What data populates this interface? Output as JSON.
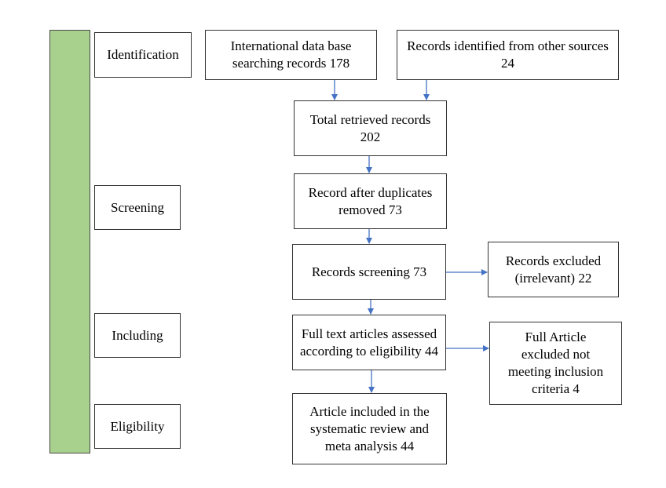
{
  "stages": {
    "identification": "Identification",
    "screening": "Screening",
    "including": "Including",
    "eligibility": "Eligibility"
  },
  "boxes": {
    "database_records": "International  data base searching records 178",
    "other_sources": "Records identified  from other sources 24",
    "total_retrieved": "Total retrieved records 202",
    "after_duplicates": "Record after duplicates removed 73",
    "records_screening": "Records screening 73",
    "records_excluded": "Records excluded (irrelevant)  22",
    "full_text_assessed": "Full text articles assessed according to eligibility  44",
    "full_article_excluded": "Full Article excluded not meeting  inclusion criteria 4",
    "article_included": "Article included in the systematic review and meta analysis 44"
  },
  "colors": {
    "stage_bar": "#a9d18e",
    "arrow": "#4472c4",
    "border": "#333333"
  }
}
